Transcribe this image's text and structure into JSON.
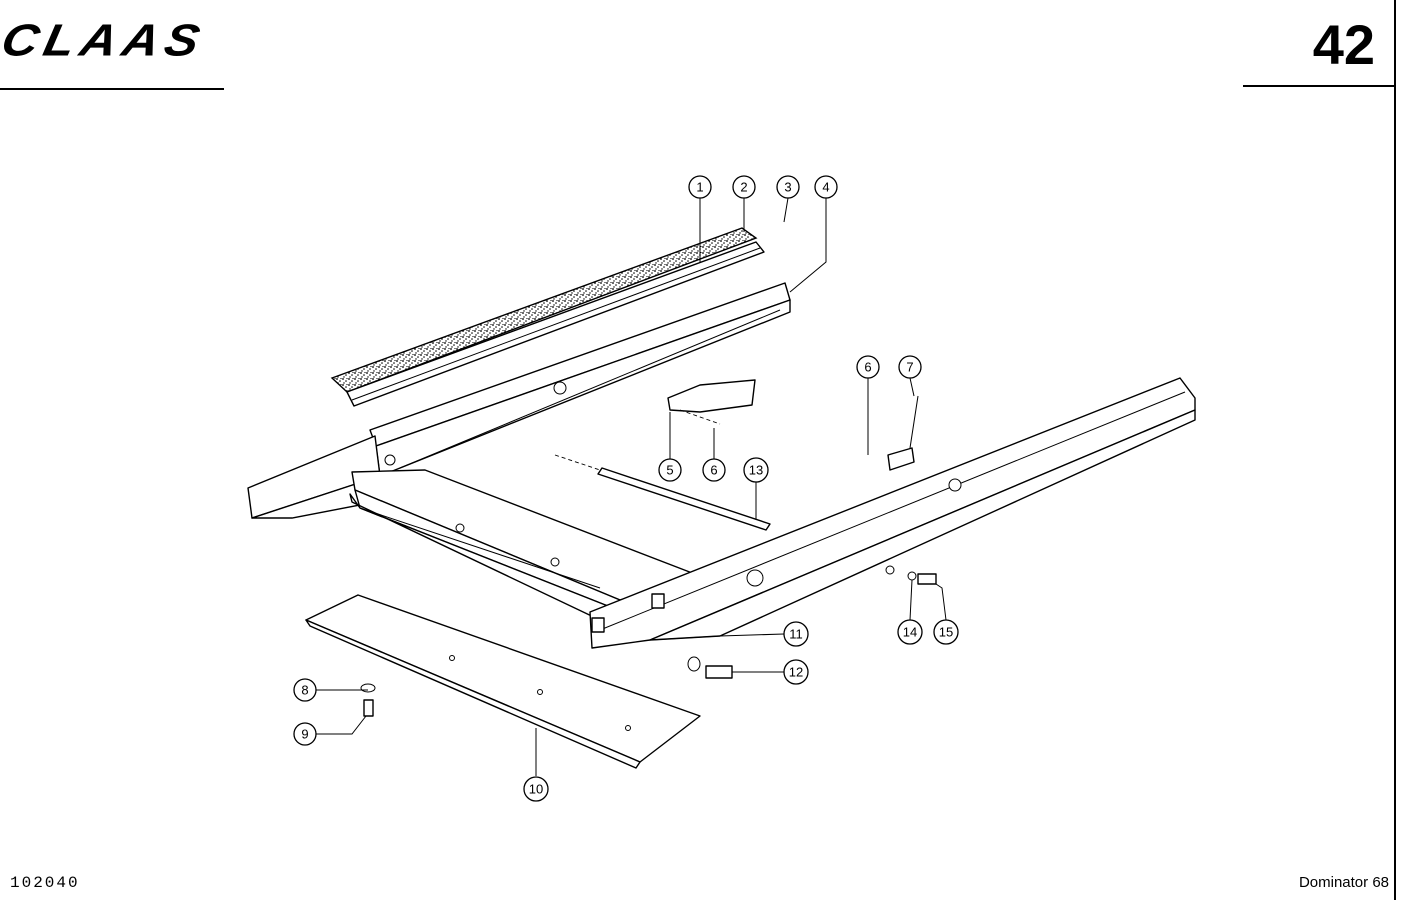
{
  "header": {
    "logo_text": "CLAAS",
    "page_number": "42"
  },
  "footer": {
    "document_code": "102040",
    "model": "Dominator 68"
  },
  "callouts": [
    "1",
    "2",
    "3",
    "4",
    "5",
    "6",
    "6",
    "7",
    "8",
    "9",
    "10",
    "11",
    "12",
    "13",
    "14",
    "15"
  ]
}
